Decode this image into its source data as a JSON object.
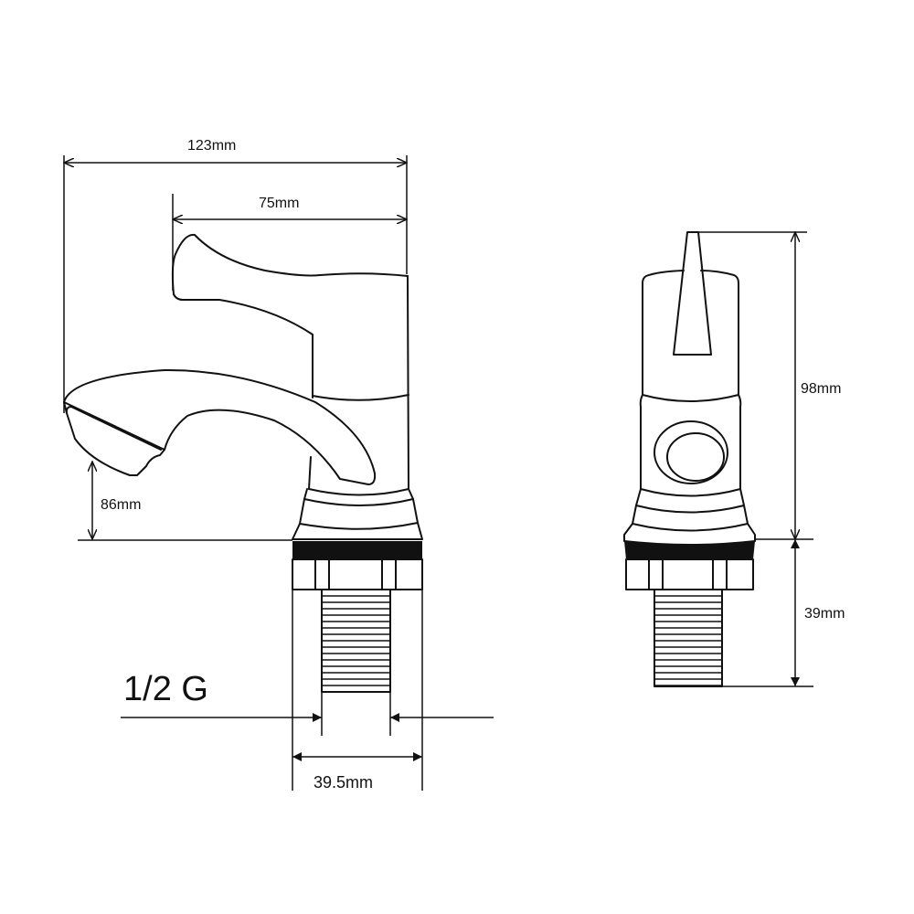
{
  "dimensions": {
    "overall_length": "123mm",
    "handle_to_body": "75mm",
    "spout_height": "86mm",
    "thread_size": "1/2 G",
    "base_width": "39.5mm",
    "body_height": "98mm",
    "thread_length": "39mm"
  }
}
